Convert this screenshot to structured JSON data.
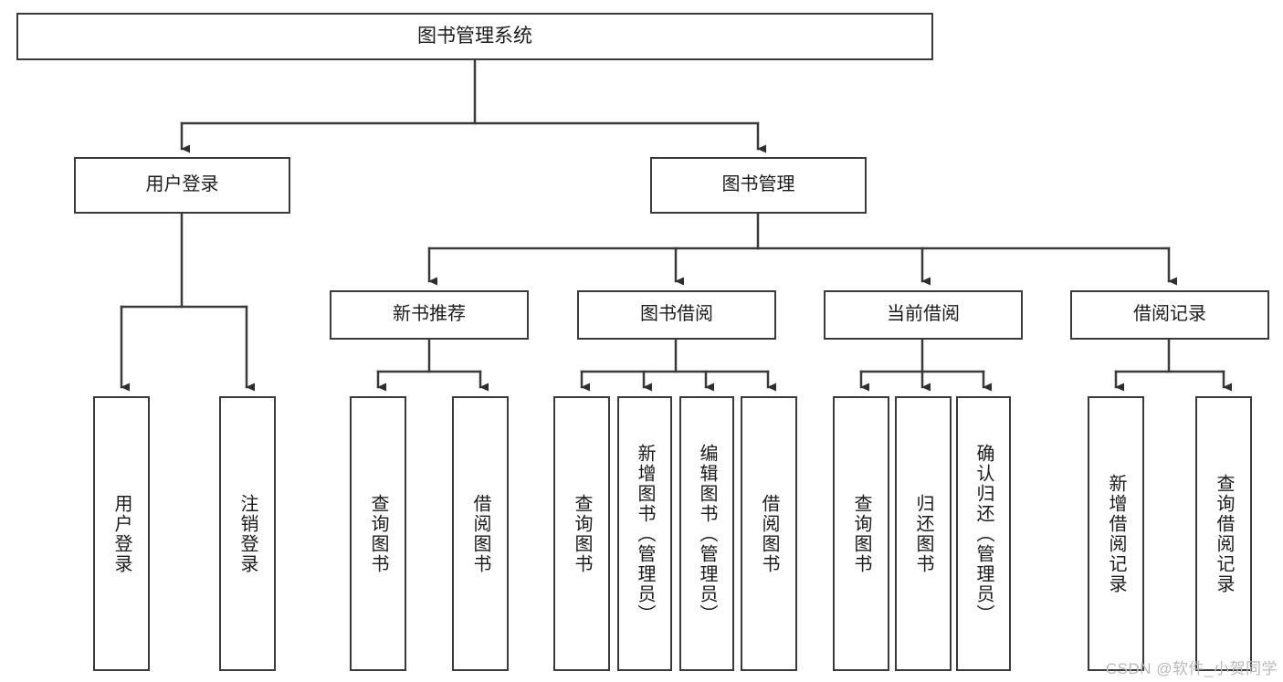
{
  "diagram": {
    "type": "tree",
    "title": "图书管理系统",
    "background_color": "#ffffff",
    "line_color": "#3a3a3a",
    "text_color": "#1b1b1b",
    "watermark": "CSDN @软件_小贺同学",
    "nodes": {
      "root": {
        "label": "图书管理系统"
      },
      "level1": [
        {
          "label": "用户登录"
        },
        {
          "label": "图书管理"
        }
      ],
      "level2": [
        {
          "label": "新书推荐"
        },
        {
          "label": "图书借阅"
        },
        {
          "label": "当前借阅"
        },
        {
          "label": "借阅记录"
        }
      ],
      "leaves": {
        "user_login": [
          {
            "label": "用户登录"
          },
          {
            "label": "注销登录"
          }
        ],
        "new_book_recommend": [
          {
            "label": "查询图书"
          },
          {
            "label": "借阅图书"
          }
        ],
        "book_borrow": [
          {
            "label": "查询图书"
          },
          {
            "label": "新增图书（管理员）"
          },
          {
            "label": "编辑图书（管理员）"
          },
          {
            "label": "借阅图书"
          }
        ],
        "current_borrow": [
          {
            "label": "查询图书"
          },
          {
            "label": "归还图书"
          },
          {
            "label": "确认归还（管理员）"
          }
        ],
        "borrow_record": [
          {
            "label": "新增借阅记录"
          },
          {
            "label": "查询借阅记录"
          }
        ]
      }
    }
  }
}
